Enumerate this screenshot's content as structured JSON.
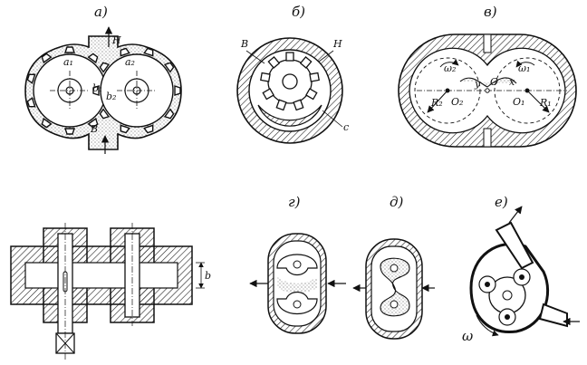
{
  "panel_labels": {
    "a": "а)",
    "b": "б)",
    "v": "в)",
    "g": "г)",
    "d": "д)",
    "e": "е)"
  },
  "panel_a": {
    "a1": "a₁",
    "a2": "a₂",
    "b1": "b₁",
    "b2": "b₂",
    "H": "Н",
    "B": "В"
  },
  "panel_b": {
    "B": "В",
    "H": "Н",
    "c": "с"
  },
  "panel_v": {
    "omega2": "ω₂",
    "omega1": "ω₁",
    "R2": "R₂",
    "R1": "R₁",
    "O2": "O₂",
    "O1": "O₁",
    "y": "y",
    "x": "x",
    "O": "O"
  },
  "panel_section": {
    "b": "b"
  },
  "panel_e": {
    "omega": "ω"
  }
}
